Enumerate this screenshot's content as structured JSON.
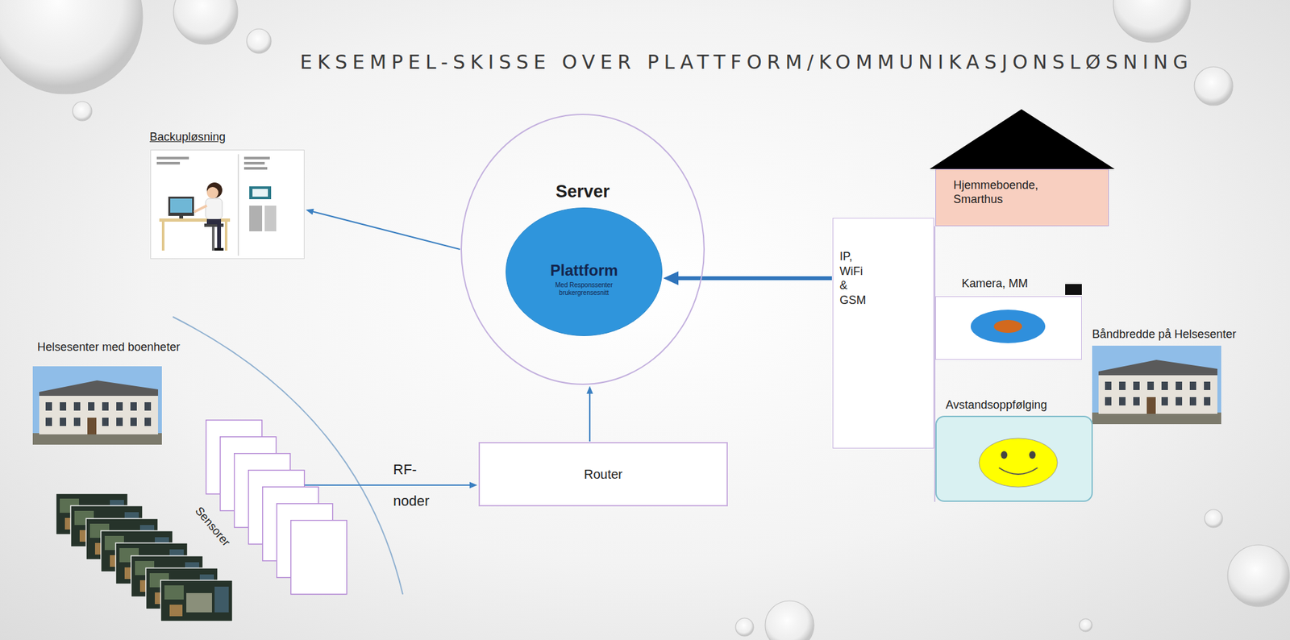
{
  "diagram": {
    "title": "EKSEMPEL-SKISSE OVER PLATTFORM/KOMMUNIKASJONSLØSNING",
    "nodes": [
      {
        "text": [
          "Backupløsning"
        ]
      },
      {
        "text": [
          "Server"
        ]
      },
      {
        "text": [
          "Plattform",
          "Med Responssenter brukergrensesnitt"
        ],
        "in": 1
      },
      {
        "text": [
          "Sensorer"
        ]
      },
      {
        "text": [
          "Router"
        ]
      },
      {
        "text": [
          "Hjemmeboende, Smarthus"
        ]
      },
      {
        "text": [
          "IP, WiFi & GSM"
        ]
      },
      {
        "text": [
          "Kamera, MM"
        ]
      },
      {
        "text": [
          "Avstandsoppfølging"
        ]
      }
    ],
    "edges": [
      {
        "from": 1,
        "to": 0,
        "arrow": "to"
      },
      {
        "from": 6,
        "to": 2,
        "arrow": "to"
      },
      {
        "from": 3,
        "to": 4,
        "label": "RF- noder",
        "arrow": "to"
      },
      {
        "from": 4,
        "to": 1,
        "arrow": "to"
      }
    ],
    "labels": [
      "Helsesenter med boenheter",
      "Båndbredde på Helsesenter"
    ]
  }
}
